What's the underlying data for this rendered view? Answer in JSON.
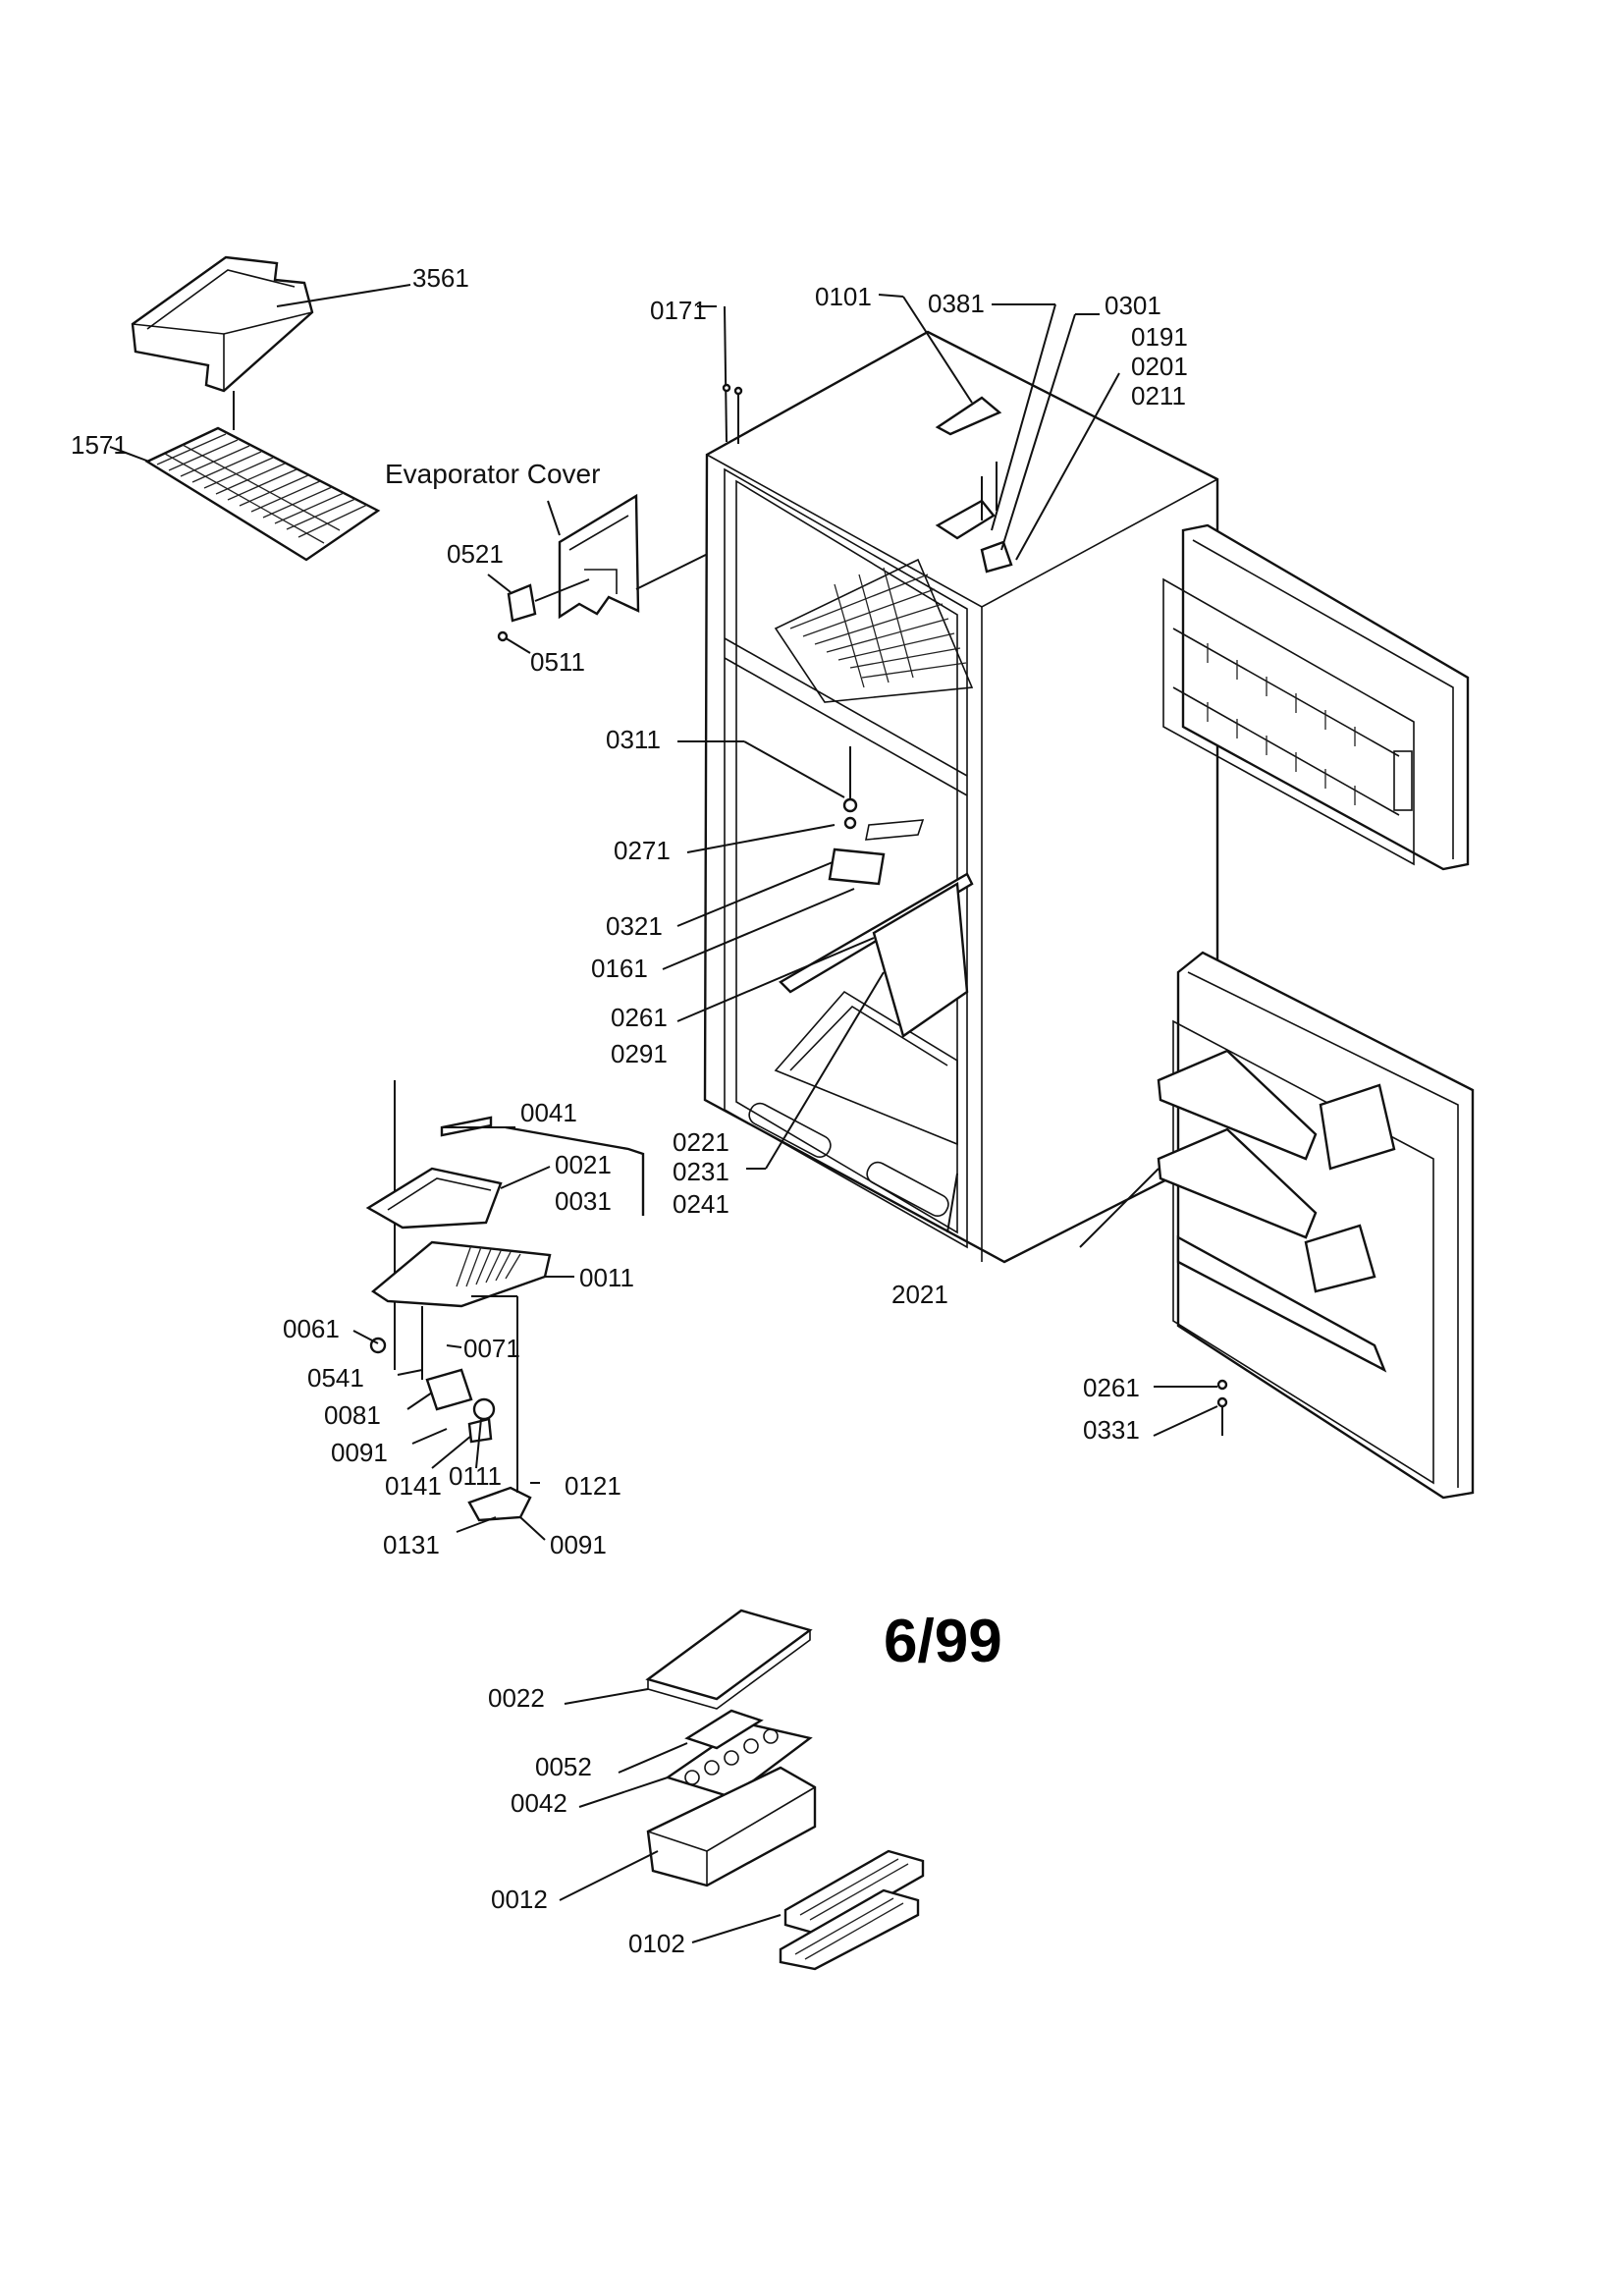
{
  "labels": {
    "l3561": "3561",
    "l1571": "1571",
    "evap_cover": "Evaporator Cover",
    "l0521": "0521",
    "l0511": "0511",
    "l0171": "0171",
    "l0101": "0101",
    "l0381": "0381",
    "l0301": "0301",
    "l0191": "0191",
    "l0201": "0201",
    "l0211": "0211",
    "l0311": "0311",
    "l0271": "0271",
    "l0321": "0321",
    "l0161": "0161",
    "l0261a": "0261",
    "l0291": "0291",
    "l0221": "0221",
    "l0231": "0231",
    "l0241": "0241",
    "l2021": "2021",
    "l0041": "0041",
    "l0021": "0021",
    "l0031": "0031",
    "l0011": "0011",
    "l0061": "0061",
    "l0071": "0071",
    "l0541": "0541",
    "l0081": "0081",
    "l0091a": "0091",
    "l0141": "0141",
    "l0111": "0111",
    "l0121": "0121",
    "l0131": "0131",
    "l0091b": "0091",
    "l0261b": "0261",
    "l0331": "0331",
    "l0022": "0022",
    "l0052": "0052",
    "l0042": "0042",
    "l0012": "0012",
    "l0102": "0102"
  },
  "date_code": "6/99"
}
